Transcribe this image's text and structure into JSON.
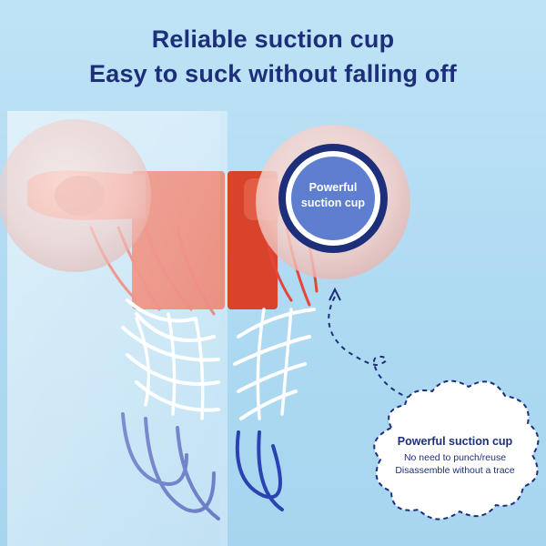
{
  "headline": {
    "line1": "Reliable suction cup",
    "line2": "Easy to suck without falling off"
  },
  "badge": {
    "line1": "Powerful",
    "line2": "suction cup"
  },
  "callout": {
    "title": "Powerful suction cup",
    "line1": "No need to punch/reuse",
    "line2": "Disassemble without a trace"
  },
  "colors": {
    "background": "#b3dcf3",
    "headline": "#1d2f7a",
    "backboard": "#e0523a",
    "suction_ring": "#1d2f7a",
    "net_blue": "#2a43b0",
    "net_red": "#d8322b"
  },
  "icons": [
    "suction-cup-icon",
    "dashed-arrow-icon",
    "cloud-bubble-icon"
  ]
}
